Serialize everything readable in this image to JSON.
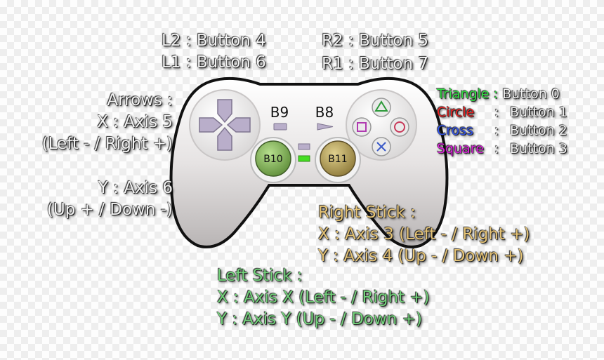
{
  "shoulders": {
    "left": [
      "L2 : Button 4",
      "L1 : Button 6"
    ],
    "right": [
      "R2 : Button 5",
      "R1 : Button 7"
    ]
  },
  "arrows": {
    "title": "Arrows :",
    "x_line": "X : Axis 5",
    "x_dir": "(Left - / Right +)",
    "y_line": "Y : Axis 6",
    "y_dir": "(Up + / Down -)"
  },
  "face_buttons": [
    {
      "name": "Triangle",
      "sep": ":",
      "value": "Button 0",
      "color": "#33dd44"
    },
    {
      "name": "Circle",
      "sep": ":",
      "value": "Button 1",
      "color": "#ee2222"
    },
    {
      "name": "Cross",
      "sep": ":",
      "value": "Button 2",
      "color": "#3355ee"
    },
    {
      "name": "Square",
      "sep": ":",
      "value": "Button 3",
      "color": "#dd22dd"
    }
  ],
  "center_buttons": {
    "b9": "B9",
    "b8": "B8",
    "b10": "B10",
    "b11": "B11"
  },
  "right_stick": {
    "title": "Right Stick :",
    "x_line": "X : Axis 3 (Left - / Right +)",
    "y_line": "Y : Axis 4 (Up - /  Down +)"
  },
  "left_stick": {
    "title": "Left Stick :",
    "x_line": "X : Axis X (Left - / Right +)",
    "y_line": "Y : Axis Y (Up - /  Down +)"
  },
  "colors": {
    "right_stick_text": "#e6c476",
    "left_stick_text": "#74d37c",
    "led": "#44dd22"
  }
}
